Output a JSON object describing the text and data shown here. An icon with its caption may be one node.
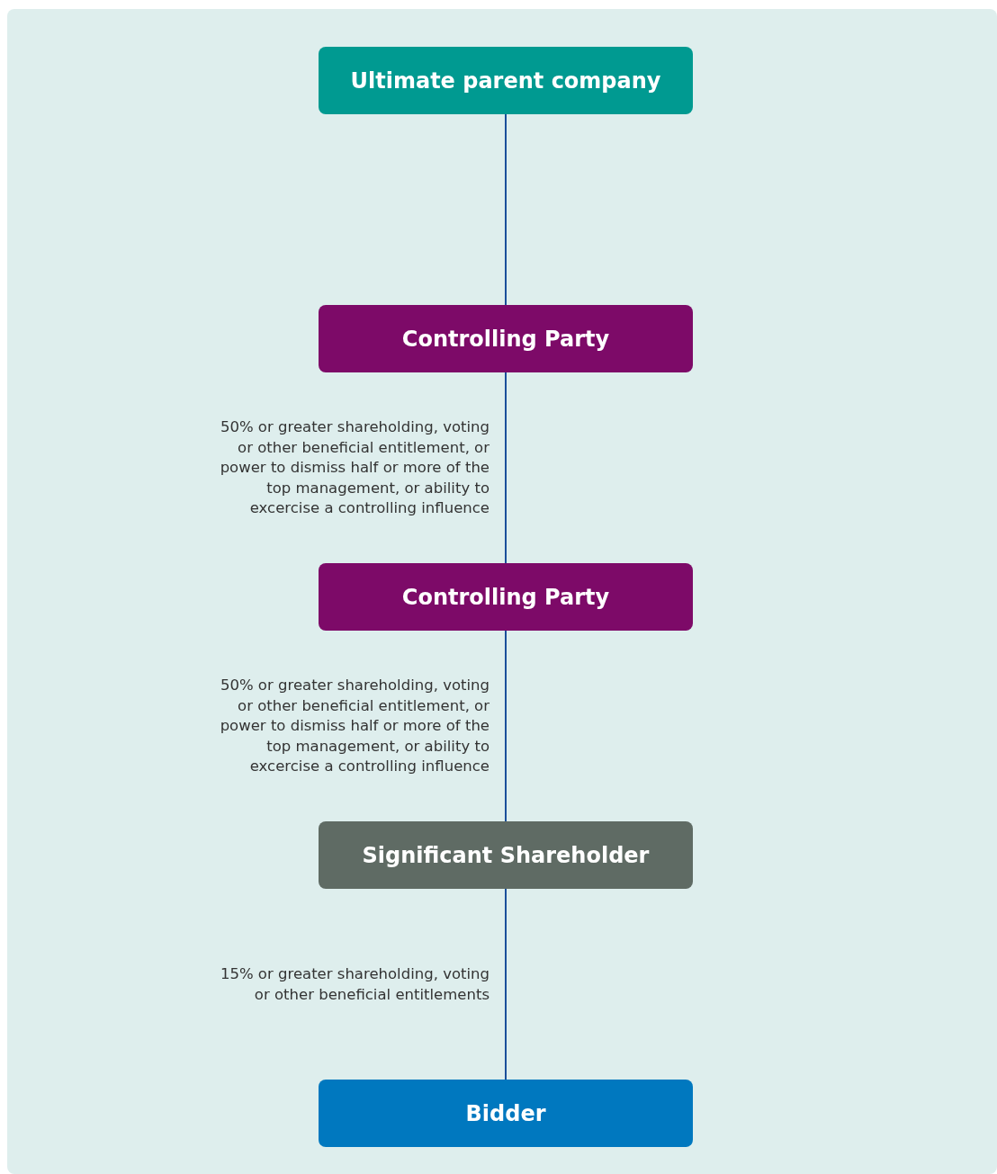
{
  "diagram": {
    "nodes": [
      {
        "text": [
          "Ultimate parent company"
        ]
      },
      {
        "text": [
          "Controlling Party"
        ]
      },
      {
        "text": [
          "Controlling Party"
        ]
      },
      {
        "text": [
          "Significant Shareholder"
        ]
      },
      {
        "text": [
          "Bidder"
        ]
      }
    ],
    "edges": [
      {
        "from": 0,
        "to": 1,
        "arrow": "none"
      },
      {
        "from": 1,
        "to": 2,
        "arrow": "none",
        "label": "50% or greater shareholding, voting or other beneficial entitlement, or power to dismiss half or more of the top management, or ability to excercise a controlling influence"
      },
      {
        "from": 2,
        "to": 3,
        "arrow": "none",
        "label": "50% or greater shareholding, voting or other beneficial entitlement, or power to dismiss half or more of the top management, or ability to excercise a controlling influence"
      },
      {
        "from": 3,
        "to": 4,
        "arrow": "none",
        "label": "15% or greater shareholding, voting or other beneficial entitlements"
      }
    ]
  }
}
